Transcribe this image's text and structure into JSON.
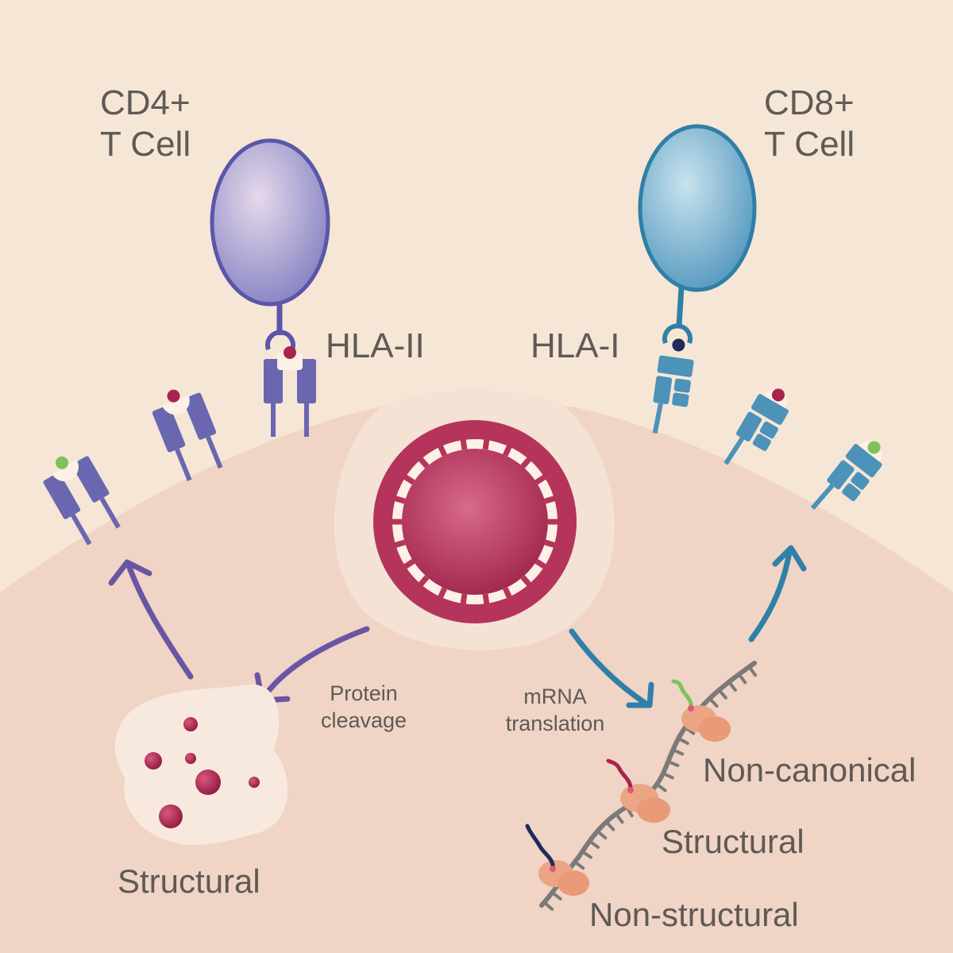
{
  "cd4": {
    "line1": "CD4+",
    "line2": "T Cell"
  },
  "cd8": {
    "line1": "CD8+",
    "line2": "T Cell"
  },
  "hla_ii": "HLA-II",
  "hla_i": "HLA-I",
  "protein_cleavage": {
    "line1": "Protein",
    "line2": "cleavage"
  },
  "mrna_translation": {
    "line1": "mRNA",
    "line2": "translation"
  },
  "structural_left": "Structural",
  "non_canonical": "Non-canonical",
  "structural_right": "Structural",
  "non_structural": "Non-structural",
  "colors": {
    "background": "#f6e6d6",
    "cell": "#f0d4c5",
    "cd4_cell": "#9a97cc",
    "cd8_cell": "#72aac8",
    "hla_ii": "#6a66b0",
    "hla_i": "#4c92b9",
    "virus": "#b8375e",
    "ribosome": "#eba585",
    "rna": "#7c7a78"
  }
}
